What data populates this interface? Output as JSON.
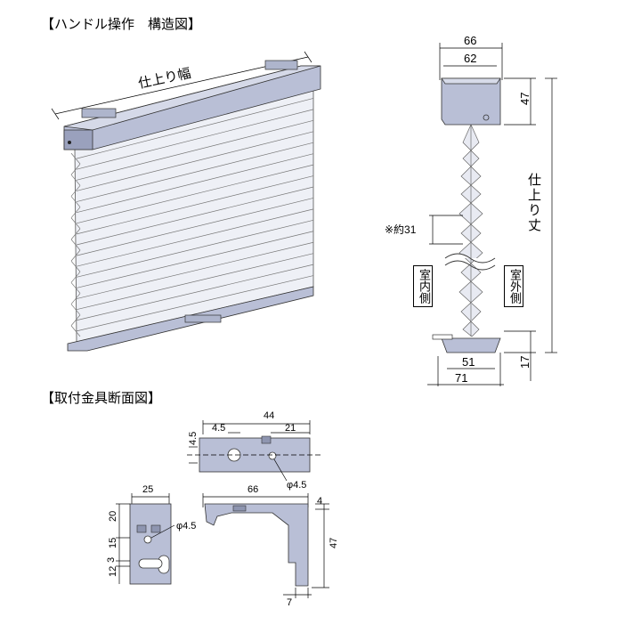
{
  "headings": {
    "structure": "【ハンドル操作　構造図】",
    "bracket": "【取付金具断面図】"
  },
  "perspective": {
    "width_label": "仕上り幅"
  },
  "side_view": {
    "dims": {
      "outer_width": "66",
      "inner_width": "62",
      "head_height": "47",
      "pleat_pitch": "※約31",
      "bottom_width": "51",
      "overall_width": "71",
      "bottom_height": "17"
    },
    "height_label": "仕上り丈",
    "indoor_label": "室内側",
    "outdoor_label": "室外側"
  },
  "bracket_top": {
    "dims": {
      "total": "44",
      "left_offset": "4.5",
      "right": "21",
      "side": "4.5",
      "hole": "φ4.5"
    }
  },
  "bracket_front": {
    "dims": {
      "width": "25",
      "hole": "φ4.5",
      "top": "20",
      "mid": "15",
      "small": "3",
      "bottom": "12"
    }
  },
  "bracket_section": {
    "dims": {
      "length": "66",
      "height": "47",
      "lip": "4",
      "foot": "7"
    }
  }
}
